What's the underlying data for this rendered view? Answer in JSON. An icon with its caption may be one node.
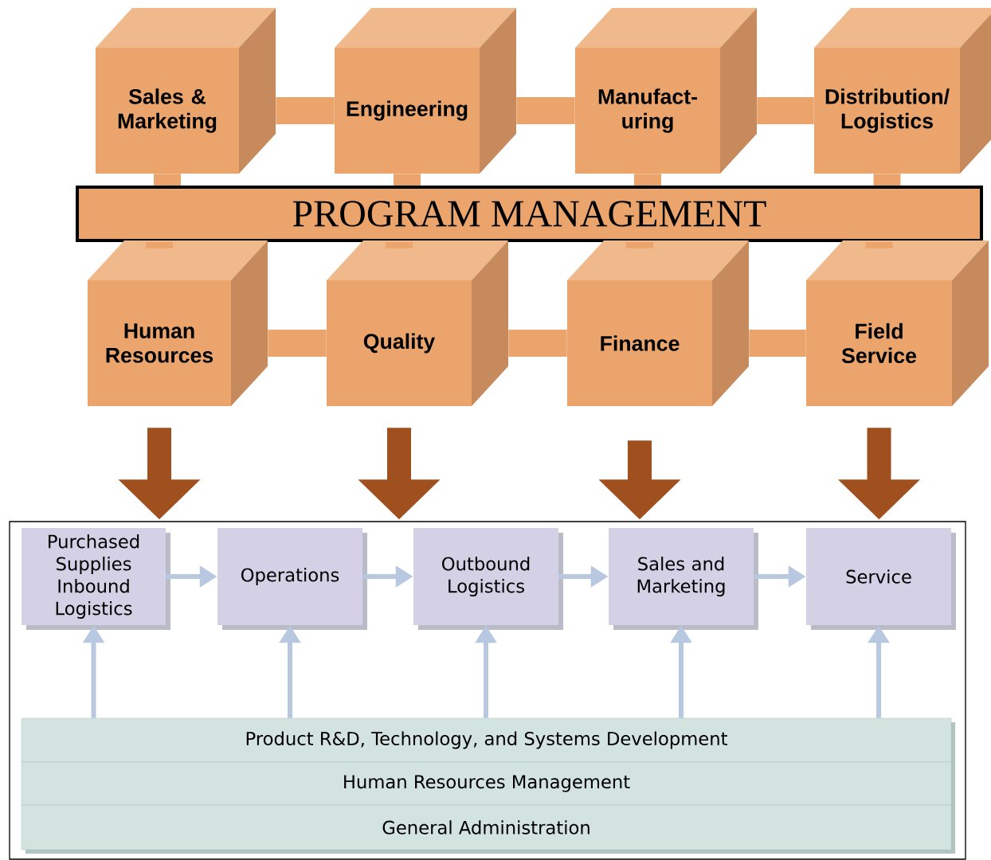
{
  "diagram": {
    "nodes": [
      {
        "text": [
          "Sales & Marketing"
        ]
      },
      {
        "text": [
          "Engineering"
        ]
      },
      {
        "text": [
          "Manufact- uring"
        ]
      },
      {
        "text": [
          "Distribution/ Logistics"
        ]
      },
      {
        "text": [
          "PROGRAM MANAGEMENT"
        ]
      },
      {
        "text": [
          "Human Resources"
        ]
      },
      {
        "text": [
          "Quality"
        ]
      },
      {
        "text": [
          "Finance"
        ]
      },
      {
        "text": [
          "Field Service"
        ]
      },
      {
        "text": [],
        "shape": "box"
      },
      {
        "text": [
          "Purchased Supplies Inbound Logistics"
        ],
        "in": 9
      },
      {
        "text": [
          "Operations"
        ],
        "in": 9
      },
      {
        "text": [
          "Outbound Logistics"
        ],
        "in": 9
      },
      {
        "text": [
          "Sales and Marketing"
        ],
        "in": 9
      },
      {
        "text": [
          "Service"
        ],
        "in": 9
      },
      {
        "text": [
          "Product R&D, Technology, and Systems Development"
        ],
        "in": 9
      },
      {
        "text": [
          "Human Resources Management"
        ],
        "in": 9
      },
      {
        "text": [
          "General Administration"
        ],
        "in": 9
      }
    ],
    "edges": [
      {
        "from": 0,
        "to": 1,
        "arrow": "none"
      },
      {
        "from": 1,
        "to": 2,
        "arrow": "none"
      },
      {
        "from": 2,
        "to": 3,
        "arrow": "none"
      },
      {
        "from": 0,
        "to": 4,
        "arrow": "none"
      },
      {
        "from": 1,
        "to": 4,
        "arrow": "none"
      },
      {
        "from": 2,
        "to": 4,
        "arrow": "none"
      },
      {
        "from": 3,
        "to": 4,
        "arrow": "none"
      },
      {
        "from": 4,
        "to": 5,
        "arrow": "none"
      },
      {
        "from": 4,
        "to": 6,
        "arrow": "none"
      },
      {
        "from": 4,
        "to": 7,
        "arrow": "none"
      },
      {
        "from": 4,
        "to": 8,
        "arrow": "none"
      },
      {
        "from": 5,
        "to": 6,
        "arrow": "none"
      },
      {
        "from": 6,
        "to": 7,
        "arrow": "none"
      },
      {
        "from": 7,
        "to": 8,
        "arrow": "none"
      },
      {
        "from": 5,
        "to": 9,
        "arrow": "to",
        "color": "#a0501e"
      },
      {
        "from": 6,
        "to": 9,
        "arrow": "to",
        "color": "#a0501e"
      },
      {
        "from": 7,
        "to": 9,
        "arrow": "to",
        "color": "#a0501e"
      },
      {
        "from": 8,
        "to": 9,
        "arrow": "to",
        "color": "#a0501e"
      },
      {
        "from": 10,
        "to": 11,
        "arrow": "to",
        "color": "#b8c8e0"
      },
      {
        "from": 11,
        "to": 12,
        "arrow": "to",
        "color": "#b8c8e0"
      },
      {
        "from": 12,
        "to": 13,
        "arrow": "to",
        "color": "#b8c8e0"
      },
      {
        "from": 13,
        "to": 14,
        "arrow": "to",
        "color": "#b8c8e0"
      },
      {
        "from": 15,
        "to": 10,
        "arrow": "to",
        "color": "#b8c8e0"
      },
      {
        "from": 15,
        "to": 11,
        "arrow": "to",
        "color": "#b8c8e0"
      },
      {
        "from": 15,
        "to": 12,
        "arrow": "to",
        "color": "#b8c8e0"
      },
      {
        "from": 15,
        "to": 13,
        "arrow": "to",
        "color": "#b8c8e0"
      },
      {
        "from": 15,
        "to": 14,
        "arrow": "to",
        "color": "#b8c8e0"
      }
    ]
  }
}
